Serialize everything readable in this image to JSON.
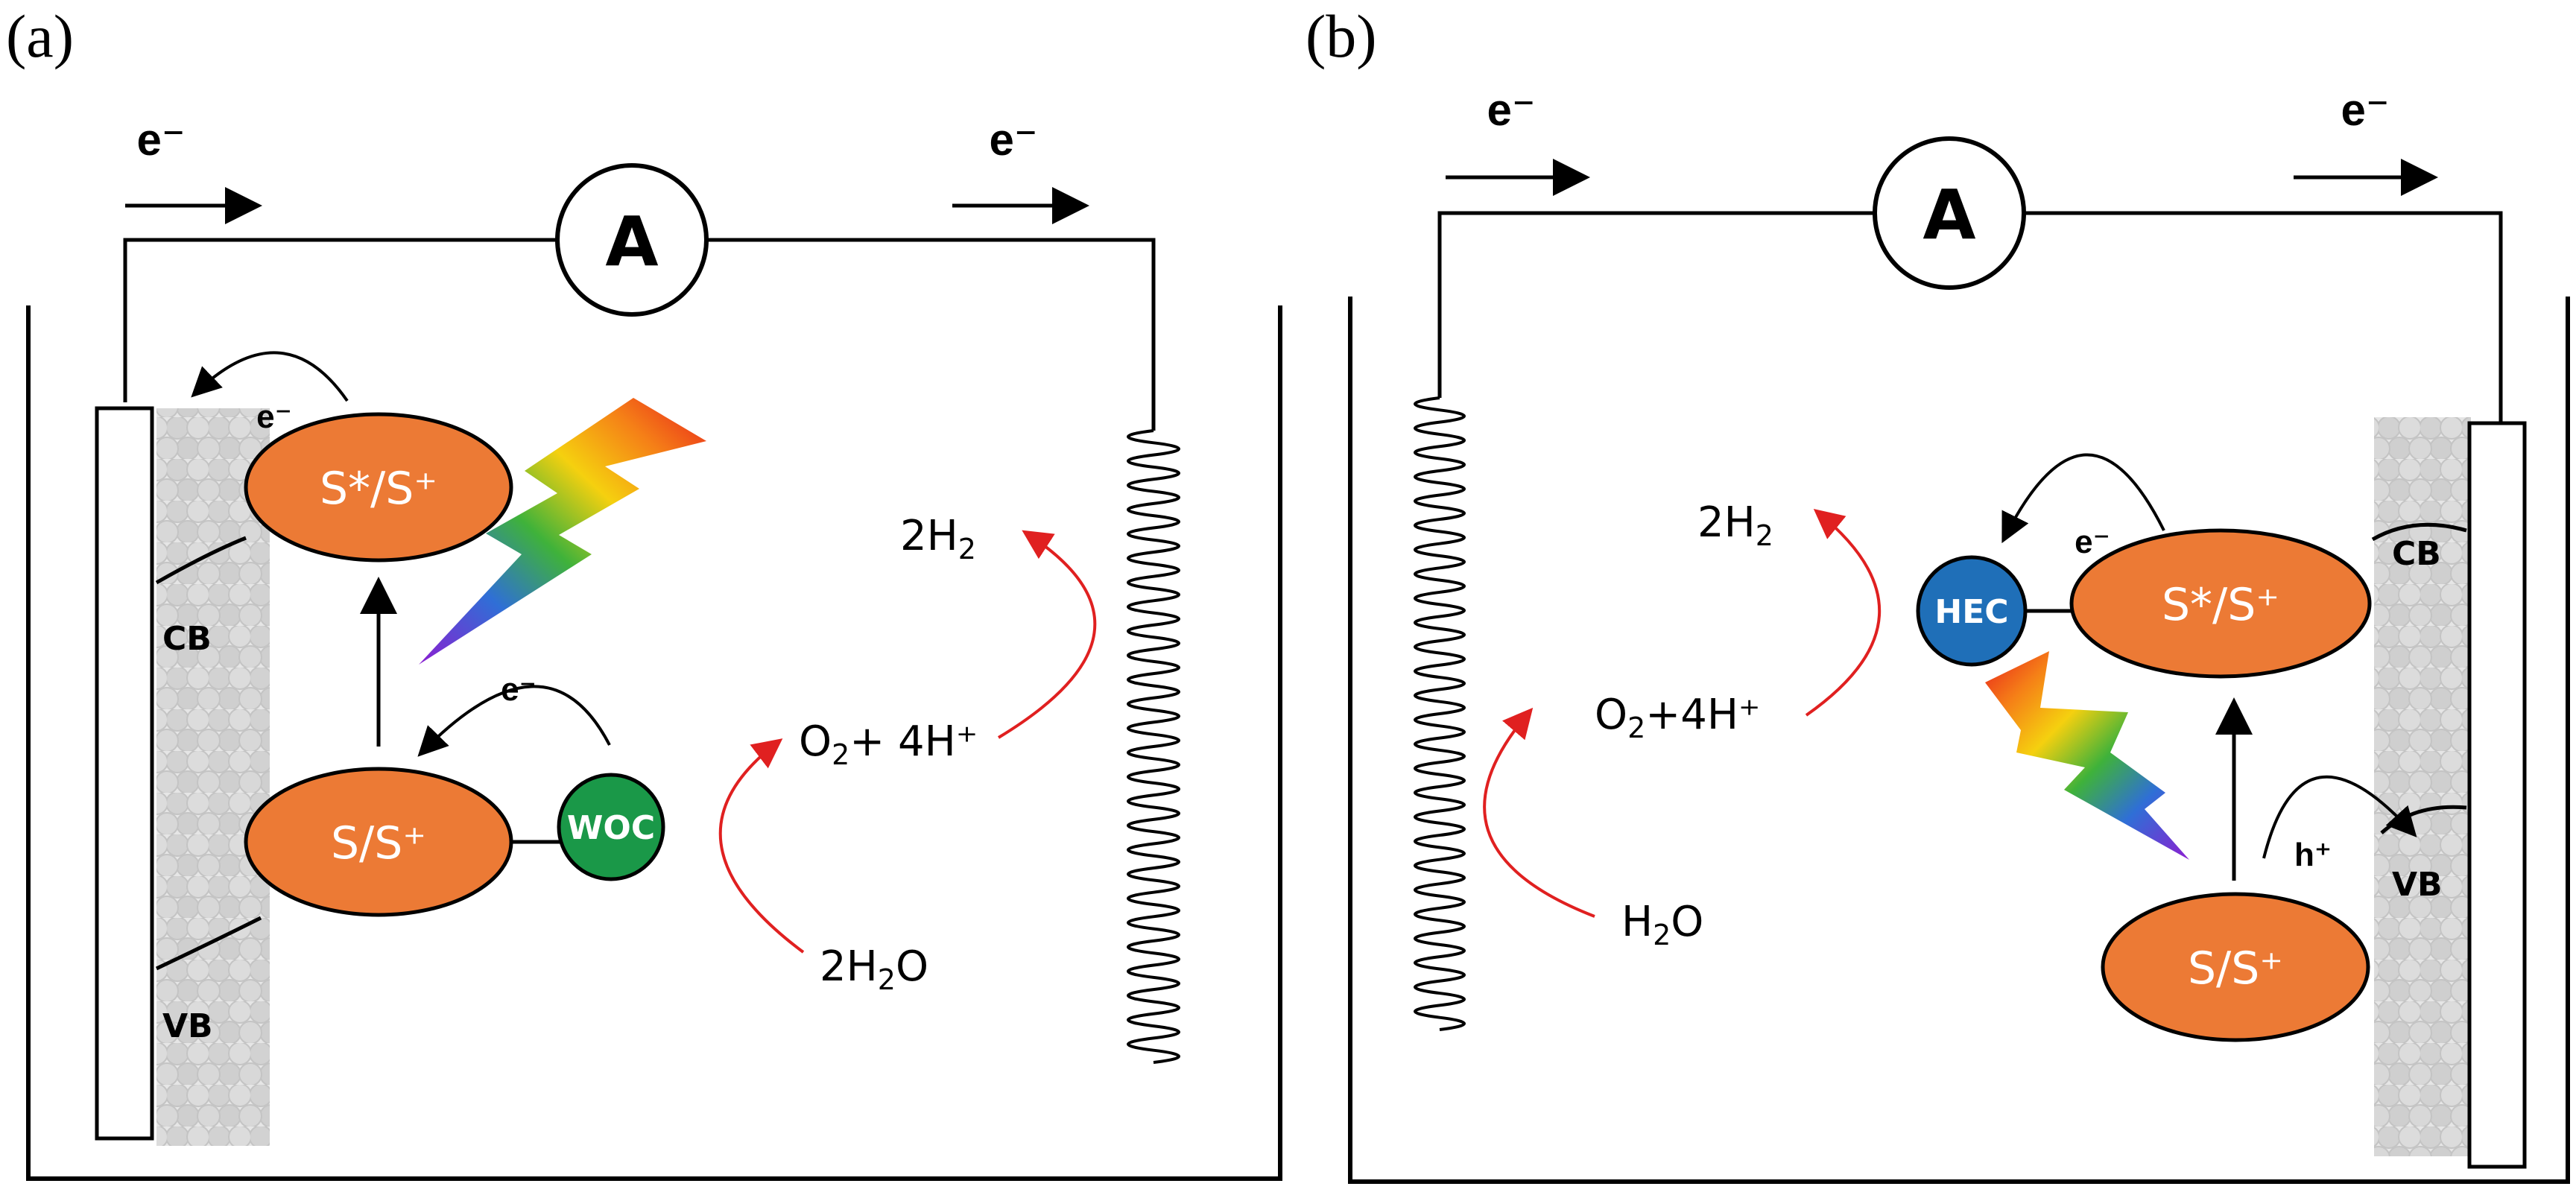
{
  "panels": {
    "a": {
      "label": "(a)",
      "electron_left": "e⁻",
      "electron_right": "e⁻",
      "ammeter": "A",
      "electron_transfer_top": "e⁻",
      "electron_transfer_mid": "e⁻",
      "excited_state": "S*/S⁺",
      "ground_state": "S/S⁺",
      "catalyst": "WOC",
      "cb": "CB",
      "vb": "VB",
      "product_gas": "2H",
      "product_gas_sub": "2",
      "oxygen_o": "O",
      "oxygen_sub": "2",
      "oxygen_rest": "+ 4H⁺",
      "water_pre": "2H",
      "water_sub": "2",
      "water_post": "O"
    },
    "b": {
      "label": "(b)",
      "electron_left": "e⁻",
      "electron_right": "e⁻",
      "ammeter": "A",
      "electron_transfer": "e⁻",
      "hole_transfer": "h⁺",
      "excited_state": "S*/S⁺",
      "ground_state": "S/S⁺",
      "catalyst": "HEC",
      "cb": "CB",
      "vb": "VB",
      "product_gas": "2H",
      "product_gas_sub": "2",
      "oxygen_o": "O",
      "oxygen_sub": "2",
      "oxygen_rest": "+4H⁺",
      "water_pre": "H",
      "water_sub": "2",
      "water_post": "O"
    }
  },
  "colors": {
    "dye": "#ec7a35",
    "woc": "#1a9848",
    "hec": "#1f6fb8",
    "arrow_red": "#e02020",
    "wire": "#000000",
    "particles": "#d9d9d9"
  },
  "icons": {
    "light": "rainbow-lightning-icon",
    "particles": "semiconductor-nanoparticle-film"
  }
}
